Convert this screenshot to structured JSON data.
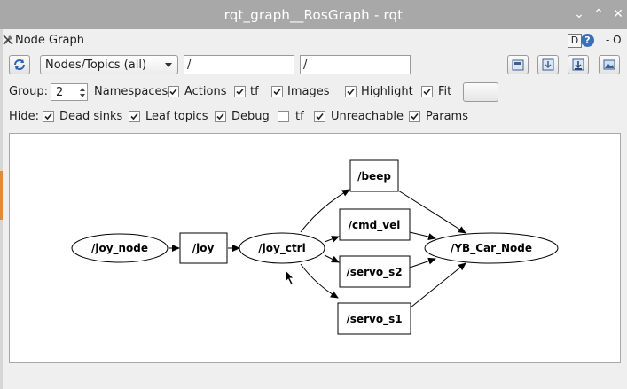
{
  "window": {
    "title": "rqt_graph__RosGraph - rqt"
  },
  "dock": {
    "title": "Node Graph",
    "d_label": "D",
    "help_label": "?",
    "o_label": "- O"
  },
  "toolbar": {
    "mode_value": "Nodes/Topics (all)",
    "filter1_value": "/",
    "filter2_value": "/"
  },
  "options": {
    "group_label": "Group:",
    "group_value": "2",
    "namespaces_label": "Namespaces",
    "namespaces_checked": true,
    "actions_label": "Actions",
    "actions_checked": true,
    "tf_label": "tf",
    "tf_checked": true,
    "images_label": "Images",
    "images_checked": true,
    "highlight_label": "Highlight",
    "highlight_checked": true,
    "fit_label": "Fit",
    "fit_checked": true
  },
  "hide": {
    "label": "Hide:",
    "dead_sinks_label": "Dead sinks",
    "dead_sinks_checked": true,
    "leaf_topics_label": "Leaf topics",
    "leaf_topics_checked": true,
    "debug_label": "Debug",
    "debug_checked": true,
    "tf_label": "tf",
    "tf_checked": false,
    "unreachable_label": "Unreachable",
    "unreachable_checked": true,
    "params_label": "Params",
    "params_checked": true
  },
  "graph": {
    "nodes": [
      "/joy_node",
      "/joy_ctrl",
      "/YB_Car_Node"
    ],
    "topics": [
      "/joy",
      "/beep",
      "/cmd_vel",
      "/servo_s2",
      "/servo_s1"
    ]
  }
}
